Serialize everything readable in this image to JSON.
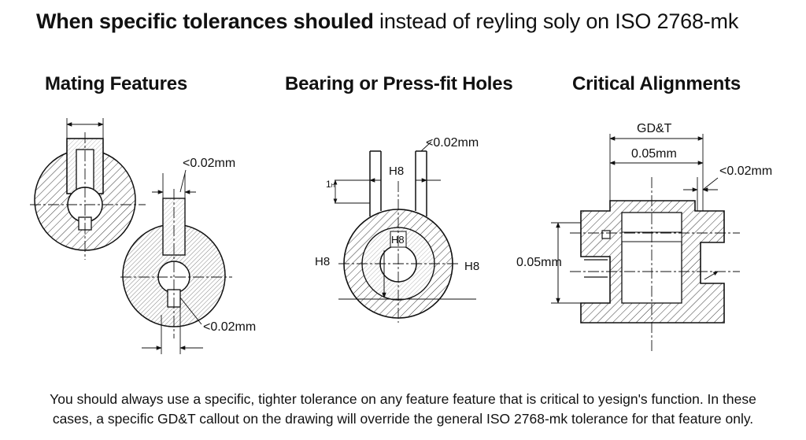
{
  "title": {
    "bold": "When specific tolerances shouled",
    "regular": " instead of reyling soly on ISO 2768-mk"
  },
  "panels": {
    "mating": {
      "heading": "Mating Features",
      "tol_top": "<0.02mm",
      "tol_bottom": "<0.02mm"
    },
    "bearing": {
      "heading": "Bearing or Press-fit Holes",
      "tol": "<0.02mm",
      "fit_top": "H8",
      "fit_left": "H8",
      "fit_right": "H8",
      "fit_center": "H8",
      "small_label": "1ₕ"
    },
    "critical": {
      "heading": "Critical Alignments",
      "gdt_label": "GD&T",
      "dim_top": "0.05mm",
      "tol": "<0.02mm",
      "dim_left": "0.05mm"
    }
  },
  "caption": {
    "line1": "You should always use a specific, tighter tolerance on any feature feature that is critical to yesign's function. In these",
    "line2": "cases, a specific GD&T callout on the drawing will override the general ISO 2768-mk tolerance for that feature only."
  }
}
